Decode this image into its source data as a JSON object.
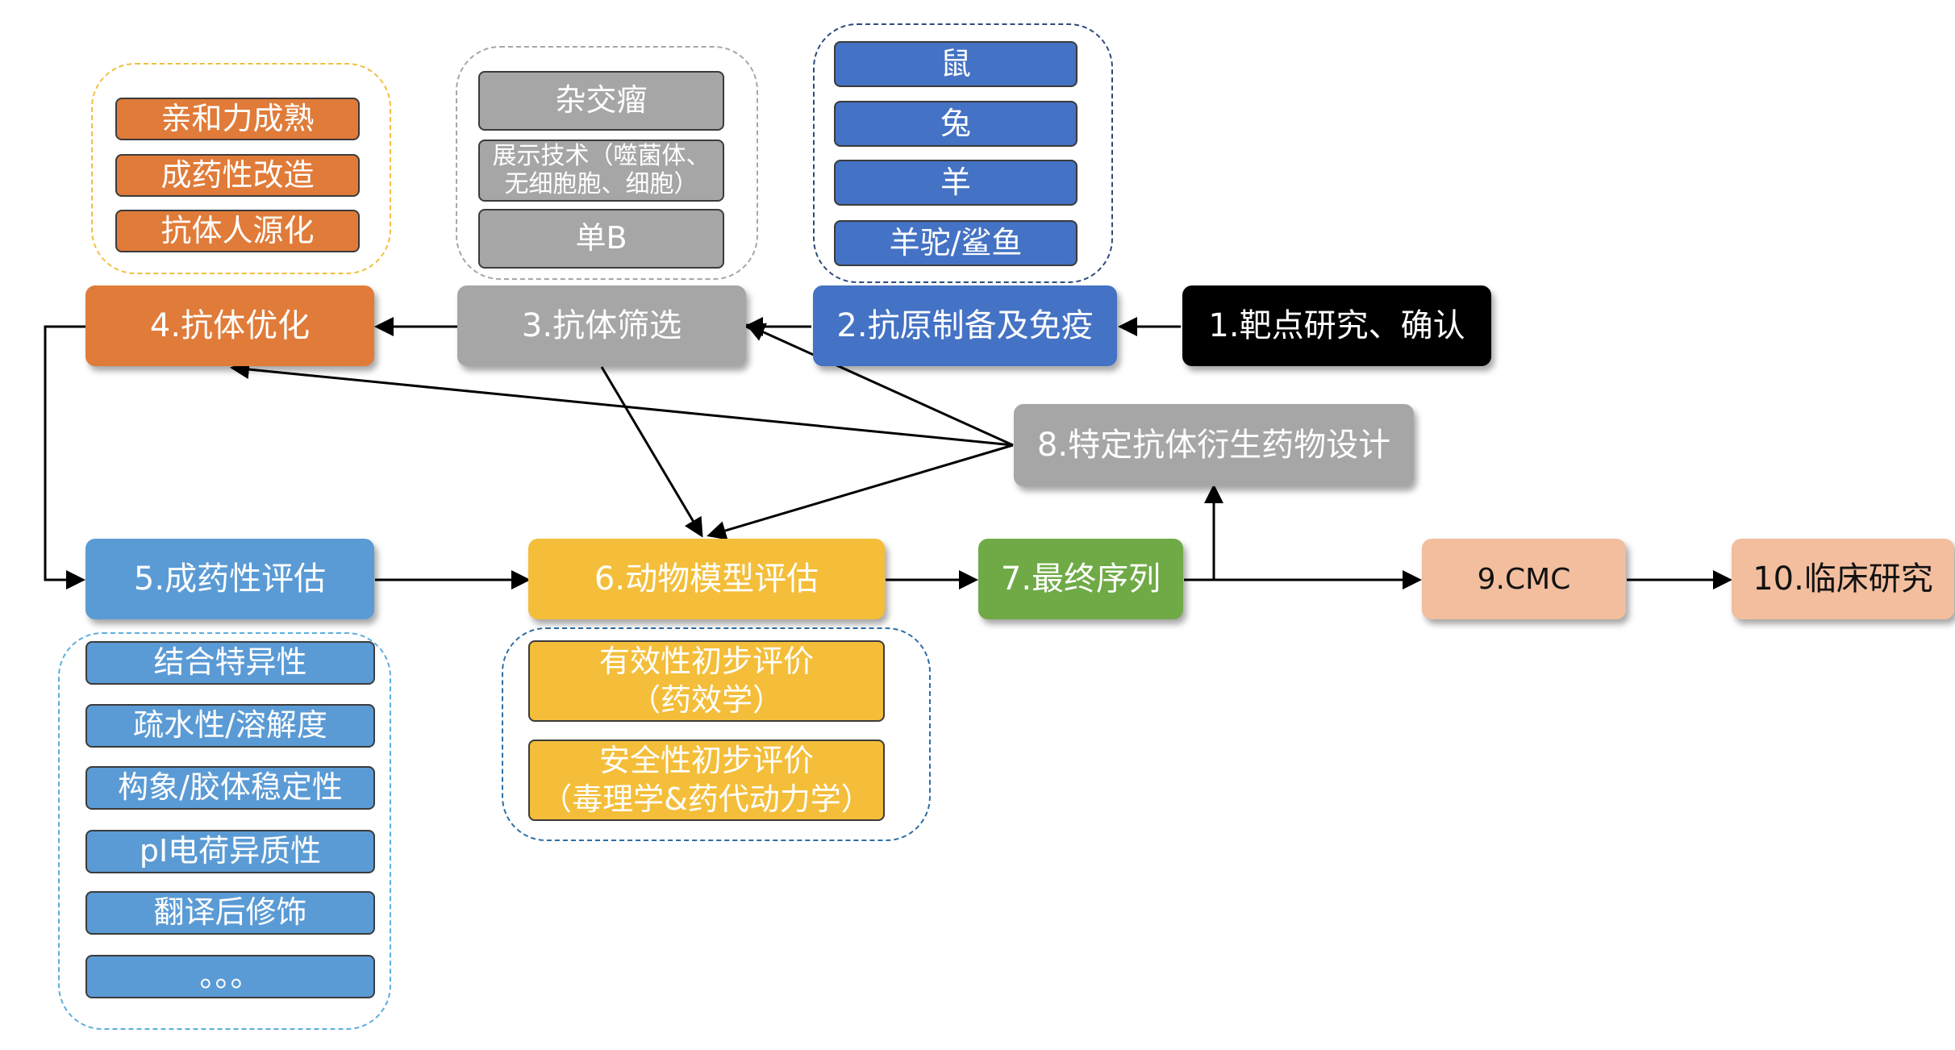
{
  "steps": {
    "s1": "1.靶点研究、确认",
    "s2": "2.抗原制备及免疫",
    "s3": "3.抗体筛选",
    "s4": "4.抗体优化",
    "s5": "5.成药性评估",
    "s6": "6.动物模型评估",
    "s7": "7.最终序列",
    "s8": "8.特定抗体衍生药物设计",
    "s9": "9.CMC",
    "s10": "10.临床研究"
  },
  "optimization_methods": [
    "亲和力成熟",
    "成药性改造",
    "抗体人源化"
  ],
  "screening_methods": {
    "hybridoma": "杂交瘤",
    "display": [
      "展示技术（噬菌体、",
      "无细胞胞、细胞）"
    ],
    "single_b": "单B"
  },
  "immunization_hosts": [
    "鼠",
    "兔",
    "羊",
    "羊驼/鲨鱼"
  ],
  "druggability_items": [
    "结合特异性",
    "疏水性/溶解度",
    "构象/胶体稳定性",
    "pI电荷异质性",
    "翻译后修饰",
    "。。。"
  ],
  "animal_model_items": [
    [
      "有效性初步评价",
      "（药效学）"
    ],
    [
      "安全性初步评价",
      "（毒理学&药代动力学）"
    ]
  ],
  "colors": {
    "orange": "#E07B39",
    "gray": "#A6A6A6",
    "blue_dark": "#4472C4",
    "blue_light": "#5B9BD5",
    "yellow": "#F4BE3A",
    "green": "#6FAA46",
    "peach": "#F2BE9E",
    "black": "#000000"
  }
}
